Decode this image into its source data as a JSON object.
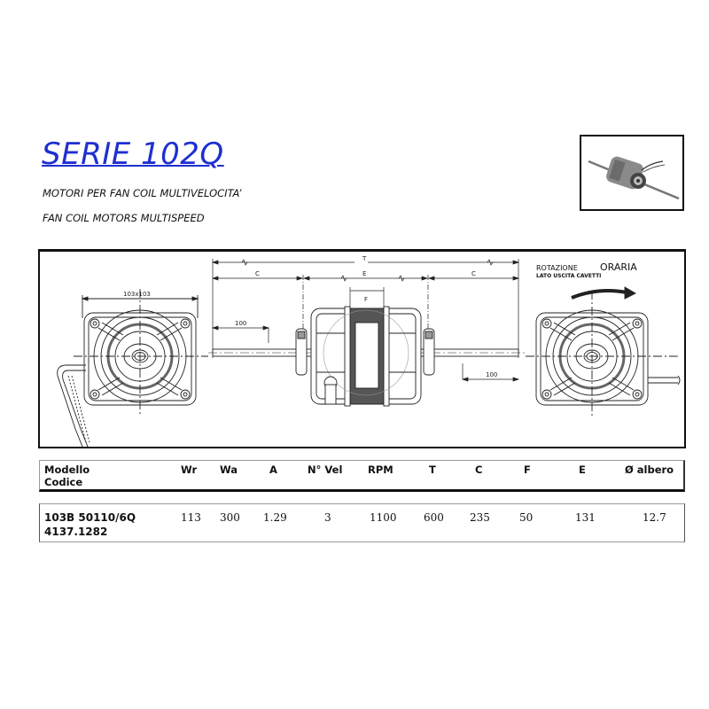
{
  "header": {
    "title": "SERIE 102Q",
    "subtitle_it": "MOTORI PER FAN COIL MULTIVELOCITA’",
    "subtitle_en": "FAN COIL MOTORS MULTISPEED"
  },
  "photo": {
    "description": "motor-photo"
  },
  "drawing": {
    "flange_dimension": "103x103",
    "shaft_length_left": "100",
    "shaft_length_right": "100",
    "dim_T": "T",
    "dim_C_left": "C",
    "dim_C_right": "C",
    "dim_E": "E",
    "dim_F": "F",
    "rotation_label_1": "ROTAZIONE",
    "rotation_label_2": "ORARIA",
    "rotation_sub": "LATO USCITA CAVETTI"
  },
  "table": {
    "headers": {
      "model_line1": "Modello",
      "model_line2": "Codice",
      "wr": "Wr",
      "wa": "Wa",
      "a": "A",
      "vel": "N° Vel",
      "rpm": "RPM",
      "t": "T",
      "c": "C",
      "f": "F",
      "e": "E",
      "shaft": "Ø albero"
    },
    "rows": [
      {
        "model": "103B 50110/6Q",
        "code": "4137.1282",
        "wr": "113",
        "wa": "300",
        "a": "1.29",
        "vel": "3",
        "rpm": "1100",
        "t": "600",
        "c": "235",
        "f": "50",
        "e": "131",
        "shaft": "12.7"
      }
    ]
  }
}
